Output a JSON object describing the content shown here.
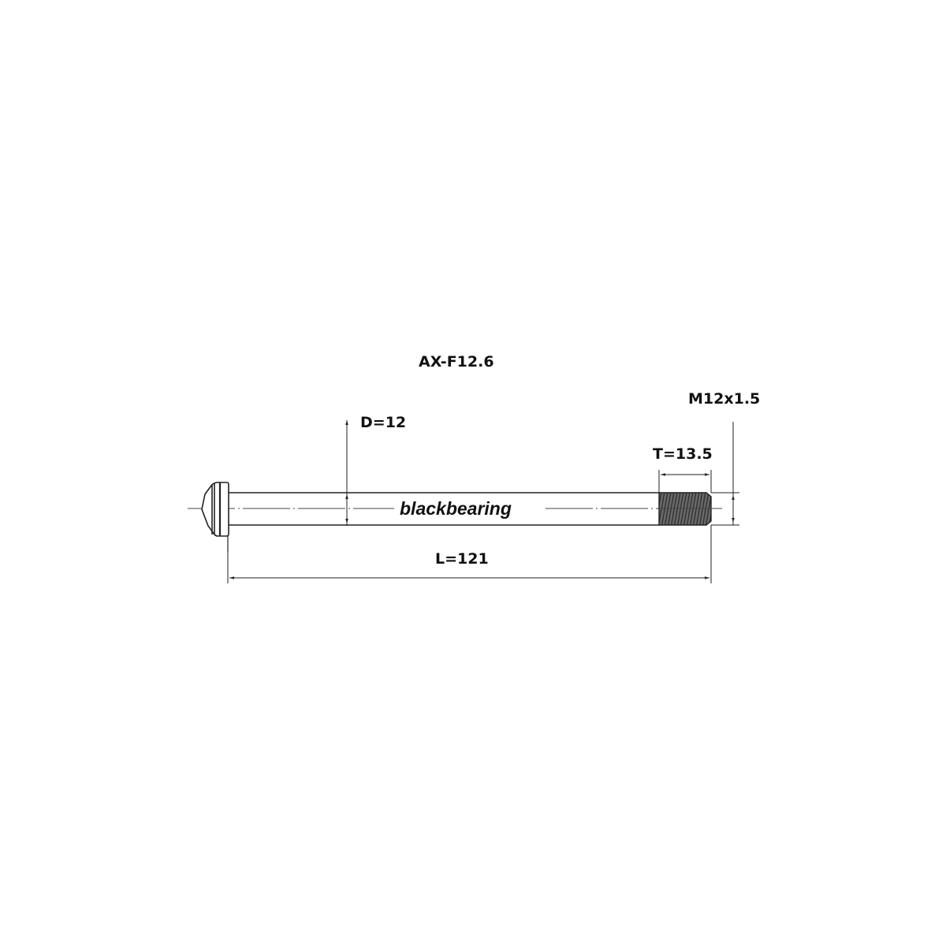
{
  "title": "AX-F12.6",
  "brand": "blackbearing",
  "dimensions": {
    "diameter": "D=12",
    "thread_length": "T=13.5",
    "thread_spec": "M12x1.5",
    "length": "L=121"
  },
  "colors": {
    "line": "#222222",
    "thread_fill": "#555555",
    "background": "#ffffff"
  }
}
